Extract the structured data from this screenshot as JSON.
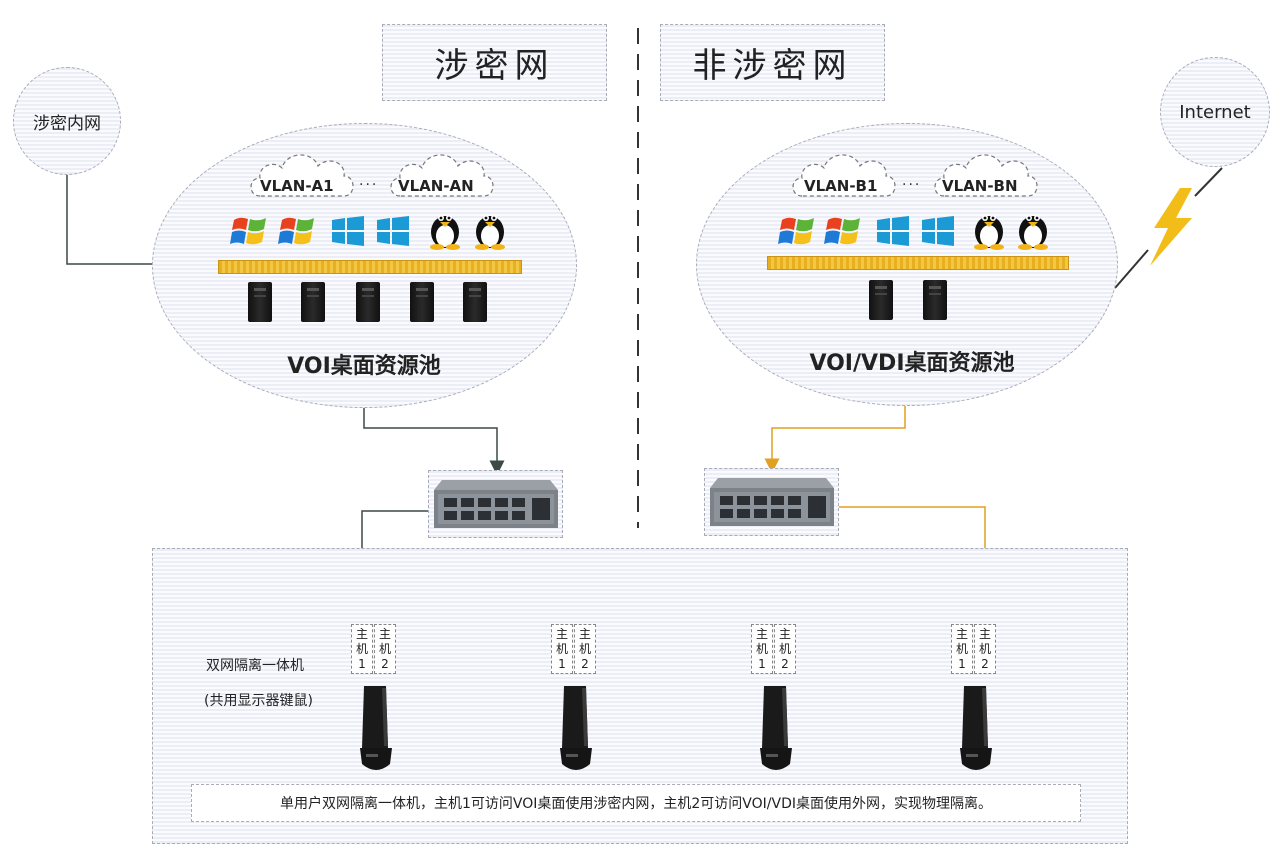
{
  "sections": {
    "classified_title": "涉密网",
    "unclassified_title": "非涉密网"
  },
  "external": {
    "classified_intranet": "涉密内网",
    "internet": "Internet"
  },
  "classified_pool": {
    "vlan_first": "VLAN-A1",
    "vlan_last": "VLAN-AN",
    "ellipsis": "···",
    "label": "VOI桌面资源池"
  },
  "unclassified_pool": {
    "vlan_first": "VLAN-B1",
    "vlan_last": "VLAN-BN",
    "ellipsis": "···",
    "label": "VOI/VDI桌面资源池"
  },
  "terminal_area": {
    "device_label": "双网隔离一体机",
    "device_sublabel": "(共用显示器键鼠)",
    "host1_label": "主\n机\n1",
    "host2_label": "主\n机\n2",
    "note": "单用户双网隔离一体机，主机1可访问VOI桌面使用涉密内网，主机2可访问VOI/VDI桌面使用外网，实现物理隔离。"
  },
  "colors": {
    "classified_link": "#3d4a44",
    "unclassified_link": "#e0a020",
    "lightning": "#f2bd18"
  },
  "icons": [
    "windows-xp-icon",
    "windows-modern-icon",
    "linux-tux-icon",
    "server-icon",
    "network-switch-icon",
    "desktop-pc-icon",
    "lightning-icon",
    "cloud-icon"
  ]
}
